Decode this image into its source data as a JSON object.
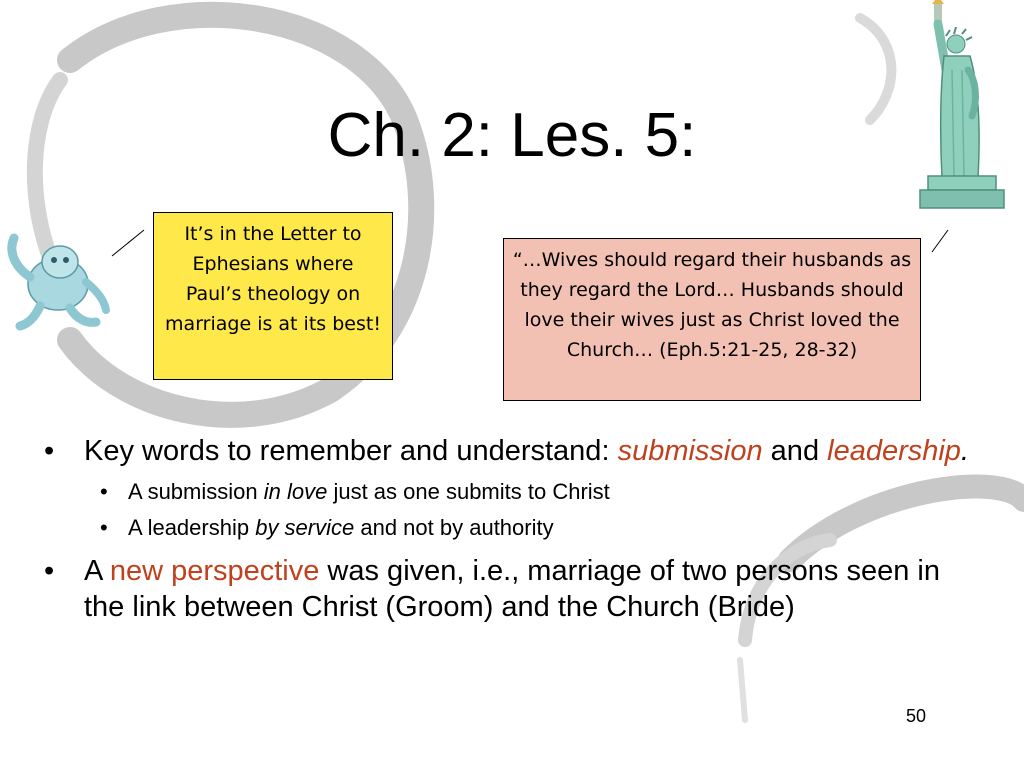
{
  "slide": {
    "title": "Ch. 2: Les. 5:",
    "callout_left": "It’s in the Letter to Ephesians where Paul’s theology on marriage is at its best!",
    "callout_right": "“…Wives should regard their husbands as they regard the Lord… Husbands should love their wives just as Christ loved the Church… (Eph.5:21-25, 28-32)",
    "bullets": {
      "b1_prefix": "Key words to remember and understand: ",
      "b1_em1": "submission",
      "b1_mid": " and ",
      "b1_em2": "leadership",
      "b1_end": ".",
      "sub1_prefix": "A submission ",
      "sub1_em": "in love",
      "sub1_suffix": " just as one submits to Christ",
      "sub2_prefix": "A leadership ",
      "sub2_em": "by service",
      "sub2_suffix": " and not by authority",
      "b2_prefix": "A ",
      "b2_em": "new perspective",
      "b2_suffix": " was given, i.e., marriage of two persons seen in the link between Christ (Groom) and the Church (Bride)"
    },
    "bullet_glyph": "•",
    "page_number": "50",
    "colors": {
      "accent_red": "#c0411d",
      "callout_yellow": "#ffe84a",
      "callout_pink": "#f2c1b3",
      "swirl_gray": "#c8c8c8"
    },
    "clipart": [
      "ghost-figure",
      "statue-of-liberty"
    ]
  }
}
